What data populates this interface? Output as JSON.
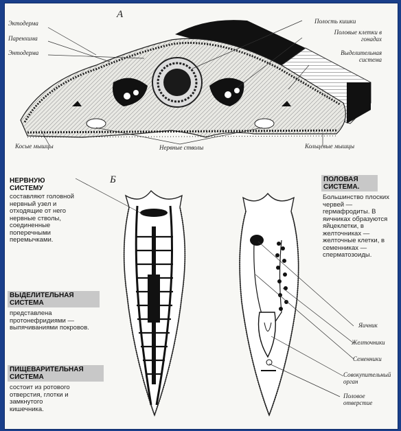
{
  "section_a": {
    "letter": "А",
    "labels": {
      "ectoderm": "Эктодерма",
      "parenchyma": "Паренхима",
      "endoderm": "Энтодерма",
      "oblique_muscles": "Косые мышцы",
      "nerve_trunks": "Нервные стволы",
      "ring_muscles": "Кольцевые мышцы",
      "gut_cavity": "Полость кишки",
      "gonad_cells": "Половые клетки в гонадах",
      "excretory": "Выделительная система"
    }
  },
  "section_b": {
    "letter": "Б",
    "nervous": {
      "title": "НЕРВНУЮ СИСТЕМУ",
      "text": "составляют головной нервный узел и отходящие от него нервные стволы, соединенные поперечными перемычками."
    },
    "excretory": {
      "title": "ВЫДЕЛИТЕЛЬНАЯ СИСТЕМА",
      "text": "представлена протонефридиями — выпячиваниями покровов."
    },
    "digestive": {
      "title": "ПИЩЕВАРИТЕЛЬНАЯ СИСТЕМА",
      "text": "состоит из ротового отверстия, глотки и замкнутого кишечника."
    },
    "reproductive": {
      "title": "ПОЛОВАЯ СИСТЕМА.",
      "text": "Большинство плоских червей — гермафродиты. В яичниках образуются яйцеклетки, в желточниках — желточные клетки, в семенниках — сперматозоиды."
    },
    "labels": {
      "ovaries": "Яичник",
      "yolk": "Желточники",
      "testes": "Семенники",
      "copulatory": "Совокупительный орган",
      "genital_opening": "Половое отверстие"
    }
  }
}
